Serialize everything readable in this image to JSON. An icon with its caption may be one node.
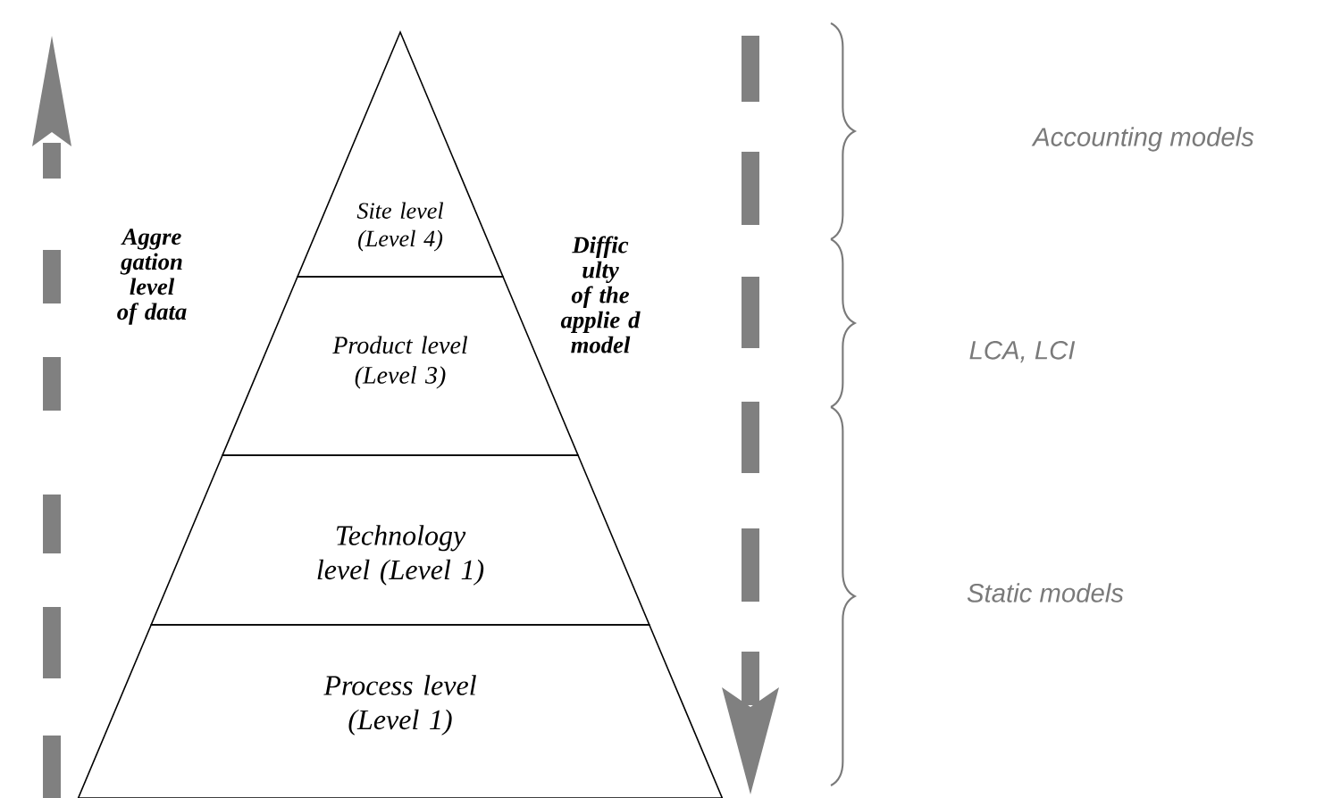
{
  "diagram": {
    "nodes": [
      {
        "text": [
          "Site level (Level 4)"
        ]
      },
      {
        "text": [
          "Product level (Level 3)"
        ]
      },
      {
        "text": [
          "Technology level (Level 1)"
        ]
      },
      {
        "text": [
          "Process level (Level 1)"
        ]
      }
    ],
    "labels": [
      "Accounting models",
      "Aggre gation level of data",
      "Diffic ulty of the applie d model",
      "LCA, LCI",
      "Static models"
    ]
  }
}
